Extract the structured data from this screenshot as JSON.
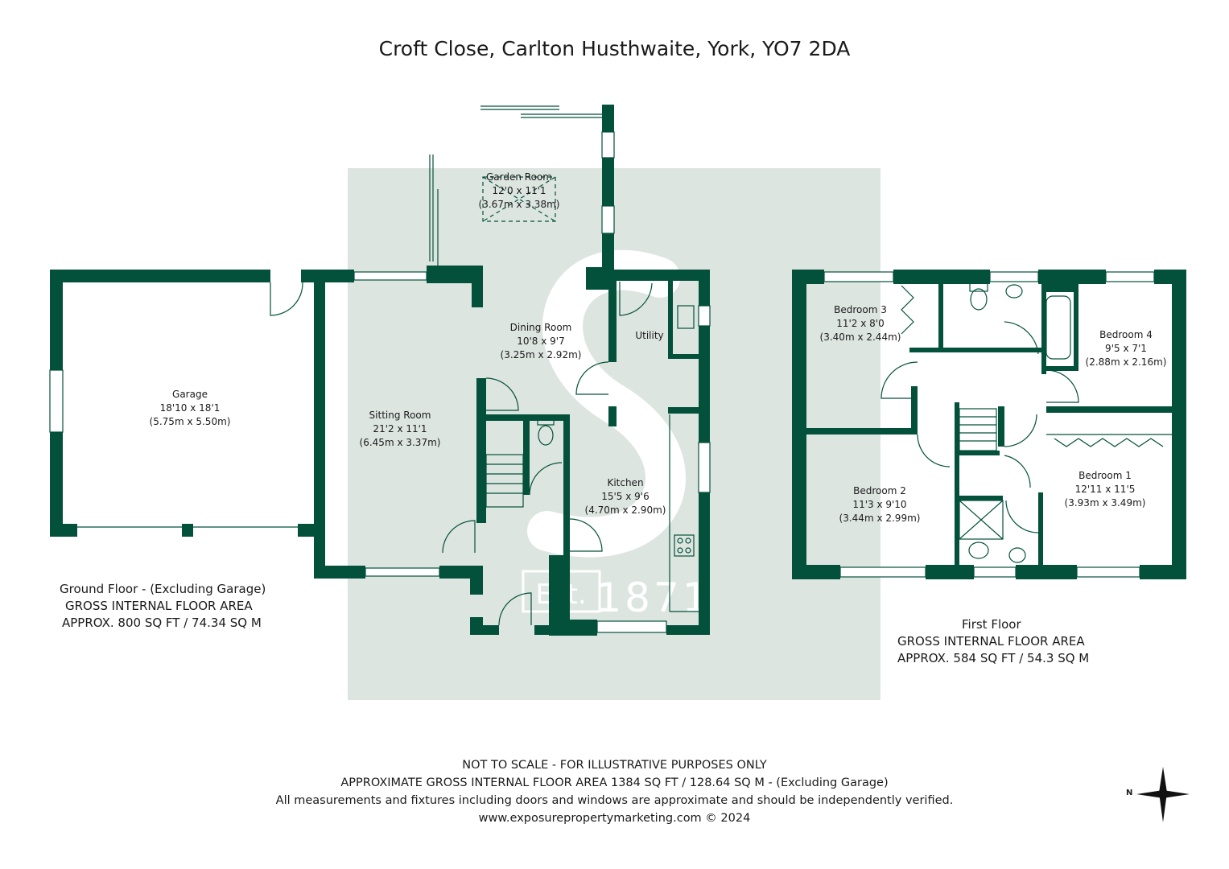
{
  "title": "Croft Close, Carlton Husthwaite, York, YO7 2DA",
  "rooms": {
    "garden_room": {
      "name": "Garden Room",
      "dims": "12'0 x 11'1",
      "metric": "(3.67m x 3.38m)"
    },
    "dining_room": {
      "name": "Dining Room",
      "dims": "10'8 x 9'7",
      "metric": "(3.25m x 2.92m)"
    },
    "utility": {
      "name": "Utility"
    },
    "garage": {
      "name": "Garage",
      "dims": "18'10 x 18'1",
      "metric": "(5.75m x 5.50m)"
    },
    "sitting_room": {
      "name": "Sitting Room",
      "dims": "21'2 x 11'1",
      "metric": "(6.45m x 3.37m)"
    },
    "kitchen": {
      "name": "Kitchen",
      "dims": "15'5 x 9'6",
      "metric": "(4.70m x 2.90m)"
    },
    "bedroom3": {
      "name": "Bedroom 3",
      "dims": "11'2 x 8'0",
      "metric": "(3.40m x 2.44m)"
    },
    "bedroom4": {
      "name": "Bedroom 4",
      "dims": "9'5 x 7'1",
      "metric": "(2.88m x 2.16m)"
    },
    "bedroom1": {
      "name": "Bedroom 1",
      "dims": "12'11 x 11'5",
      "metric": "(3.93m x 3.49m)"
    },
    "bedroom2": {
      "name": "Bedroom 2",
      "dims": "11'3 x 9'10",
      "metric": "(3.44m x 2.99m)"
    }
  },
  "ground_floor": {
    "label": "Ground Floor - (Excluding Garage)",
    "gia": "GROSS INTERNAL FLOOR AREA",
    "approx": "APPROX. 800 SQ FT / 74.34 SQ M"
  },
  "first_floor": {
    "label": "First Floor",
    "gia": "GROSS INTERNAL FLOOR AREA",
    "approx": "APPROX. 584 SQ FT / 54.3 SQ M"
  },
  "footer": {
    "line1": "NOT TO SCALE - FOR ILLUSTRATIVE PURPOSES ONLY",
    "line2": "APPROXIMATE GROSS INTERNAL FLOOR AREA 1384 SQ FT / 128.64 SQ M - (Excluding Garage)",
    "line3": "All measurements and fixtures including doors and windows are approximate and should be independently verified.",
    "line4": "www.exposurepropertymarketing.com © 2024"
  },
  "watermark": {
    "est": "Est.",
    "year": "1871",
    "letter": "S"
  },
  "compass": {
    "north": "N"
  },
  "colors": {
    "wall": "#03513a",
    "watermark": "#dde5e1",
    "text": "#1a1a1a"
  }
}
